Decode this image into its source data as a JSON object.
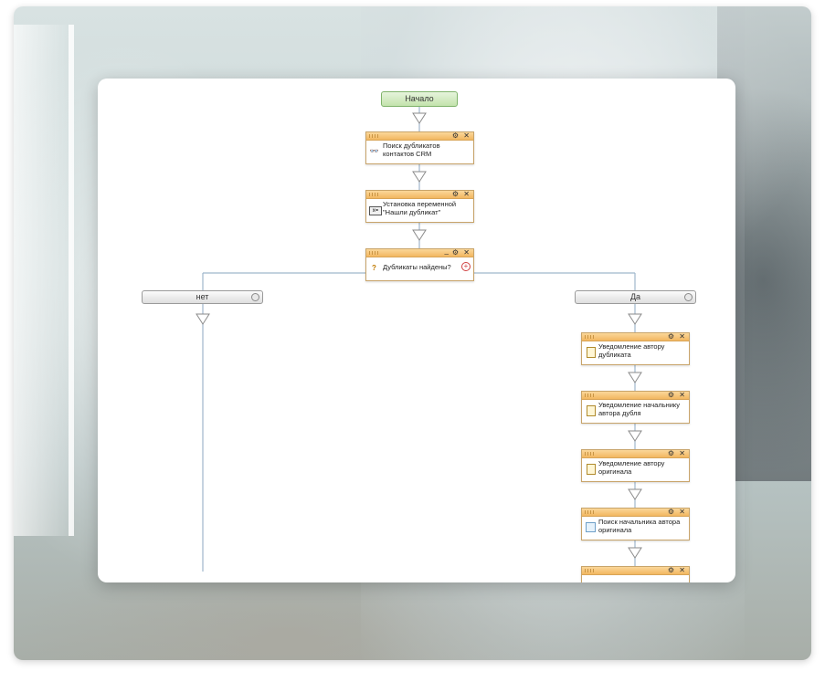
{
  "workflow": {
    "start_label": "Начало",
    "activity1": "Поиск дубликатов контактов CRM",
    "activity2": "Установка переменной \"Нашли дубликат\"",
    "condition": "Дубликаты найдены?",
    "branch_no": "нет",
    "branch_yes": "Да",
    "yes_activities": [
      "Уведомление автору дубликата",
      "Уведомление начальнику автора дубля",
      "Уведомление автору оригинала",
      "Поиск начальника автора оригинала"
    ]
  },
  "glyphs": {
    "settings": "⚙",
    "close": "✕",
    "minimize": "_",
    "add": "+"
  },
  "colors": {
    "activity_header": "#f2b760",
    "start_block": "#c3e3ac",
    "connector": "#9fb6cc"
  }
}
